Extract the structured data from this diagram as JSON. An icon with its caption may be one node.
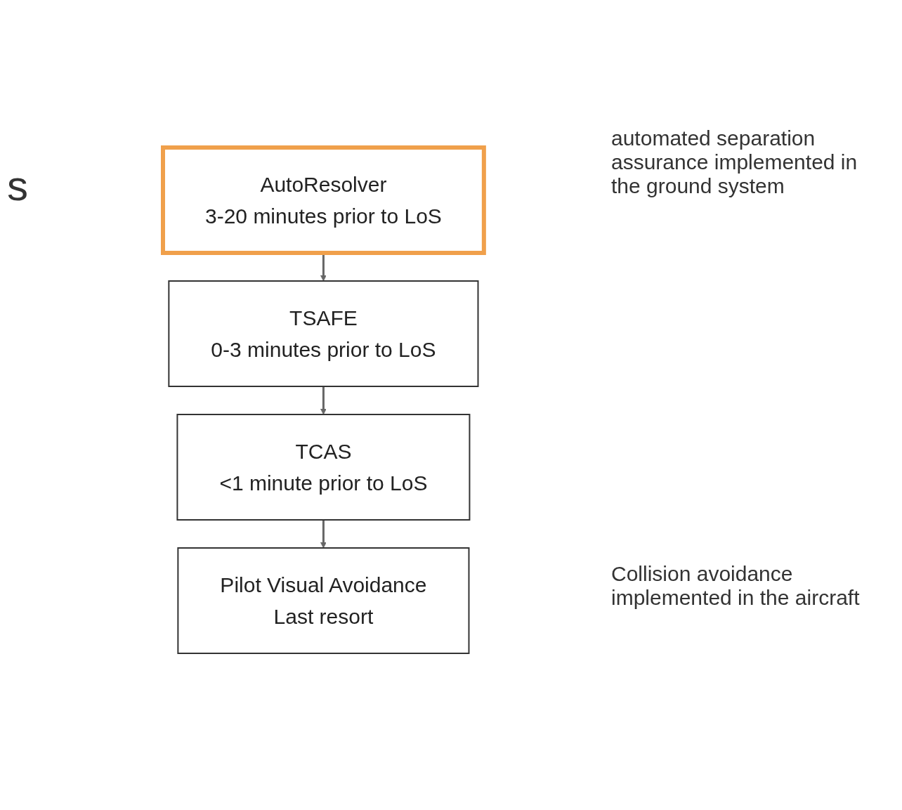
{
  "diagram": {
    "nodes": [
      {
        "text": [
          "AutoResolver",
          "3-20 minutes prior to LoS"
        ]
      },
      {
        "text": [
          "TSAFE",
          "0-3 minutes prior to LoS"
        ]
      },
      {
        "text": [
          "TCAS",
          "<1 minute prior to LoS"
        ]
      },
      {
        "text": [
          "Pilot Visual Avoidance",
          "Last resort"
        ]
      }
    ],
    "edges": [
      {
        "from": 0,
        "to": 1,
        "arrow": "to"
      },
      {
        "from": 1,
        "to": 2,
        "arrow": "to"
      },
      {
        "from": 2,
        "to": 3,
        "arrow": "to"
      }
    ],
    "labels": [
      "s",
      "automated separation assurance implemented in the ground system",
      "Collision avoidance implemented in the aircraft"
    ]
  }
}
